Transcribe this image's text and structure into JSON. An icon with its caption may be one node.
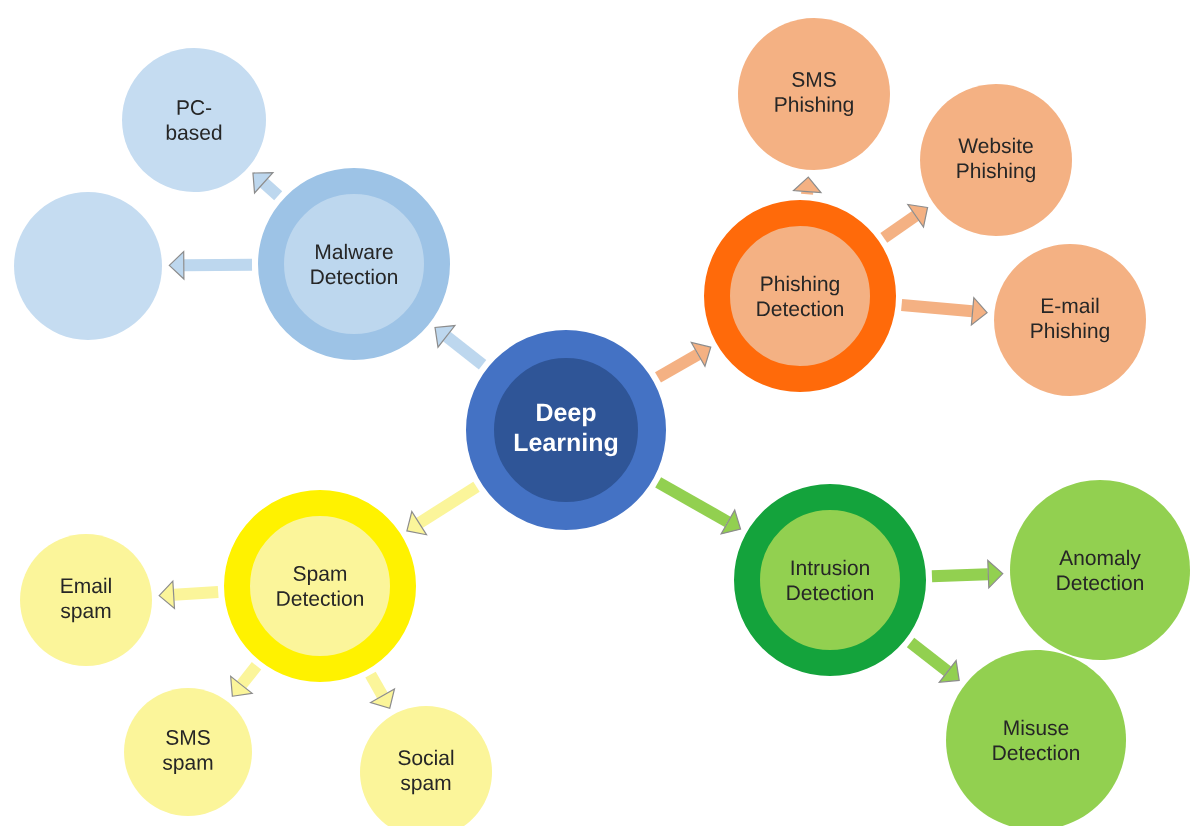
{
  "diagram": {
    "nodes": [
      {
        "text": [
          "Deep Learning"
        ]
      },
      {
        "text": [
          "Malware Detection"
        ]
      },
      {
        "text": [
          "PC-based"
        ]
      },
      {
        "text": [],
        "shape": "circle"
      },
      {
        "text": [
          "Phishing Detection"
        ]
      },
      {
        "text": [
          "SMS Phishing"
        ]
      },
      {
        "text": [
          "Website Phishing"
        ]
      },
      {
        "text": [
          "E-mail Phishing"
        ]
      },
      {
        "text": [
          "Spam Detection"
        ]
      },
      {
        "text": [
          "Email spam"
        ]
      },
      {
        "text": [
          "SMS spam"
        ]
      },
      {
        "text": [
          "Social spam"
        ]
      },
      {
        "text": [
          "Intrusion Detection"
        ]
      },
      {
        "text": [
          "Anomaly Detection"
        ]
      },
      {
        "text": [
          "Misuse Detection"
        ]
      }
    ],
    "edges": [
      {
        "from": 0,
        "to": 1,
        "arrow": "to",
        "color": "#bdd7ee"
      },
      {
        "from": 1,
        "to": 2,
        "arrow": "to",
        "color": "#bdd7ee"
      },
      {
        "from": 1,
        "to": 3,
        "arrow": "to",
        "color": "#bdd7ee"
      },
      {
        "from": 0,
        "to": 4,
        "arrow": "to",
        "color": "#f4b183"
      },
      {
        "from": 4,
        "to": 5,
        "arrow": "to",
        "color": "#f4b183"
      },
      {
        "from": 4,
        "to": 6,
        "arrow": "to",
        "color": "#f4b183"
      },
      {
        "from": 4,
        "to": 7,
        "arrow": "to",
        "color": "#f4b183"
      },
      {
        "from": 0,
        "to": 8,
        "arrow": "to",
        "color": "#fbf59a"
      },
      {
        "from": 8,
        "to": 9,
        "arrow": "to",
        "color": "#fbf59a"
      },
      {
        "from": 8,
        "to": 10,
        "arrow": "to",
        "color": "#fbf59a"
      },
      {
        "from": 8,
        "to": 11,
        "arrow": "to",
        "color": "#fbf59a"
      },
      {
        "from": 0,
        "to": 12,
        "arrow": "to",
        "color": "#92d050"
      },
      {
        "from": 12,
        "to": 13,
        "arrow": "to",
        "color": "#92d050"
      },
      {
        "from": 12,
        "to": 14,
        "arrow": "to",
        "color": "#92d050"
      }
    ]
  }
}
